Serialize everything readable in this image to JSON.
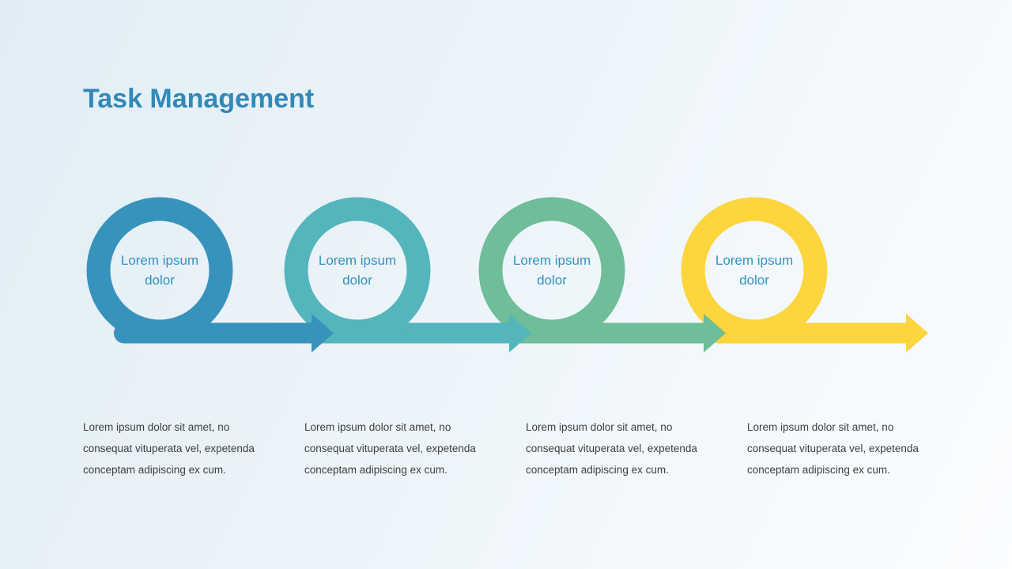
{
  "title": "Task Management",
  "colors": {
    "title": "#3189b8",
    "label_text": "#3392c1",
    "body_text": "#3e3e3e",
    "background_start": "#e1edf5",
    "background_end": "#fbfdff",
    "step1": "#3793bb",
    "step2": "#55b5bd",
    "step3": "#6fbd99",
    "step4": "#fdd53d"
  },
  "steps": [
    {
      "label": "Lorem ipsum dolor",
      "description": "Lorem ipsum dolor sit amet, no consequat vituperata vel, expetenda conceptam adipiscing ex cum.",
      "color": "#3793bb"
    },
    {
      "label": "Lorem ipsum dolor",
      "description": "Lorem ipsum dolor sit amet, no consequat vituperata vel, expetenda conceptam adipiscing ex cum.",
      "color": "#55b5bd"
    },
    {
      "label": "Lorem ipsum dolor",
      "description": "Lorem ipsum dolor sit amet, no consequat vituperata vel, expetenda conceptam adipiscing ex cum.",
      "color": "#6fbd99"
    },
    {
      "label": "Lorem ipsum dolor",
      "description": "Lorem ipsum dolor sit amet, no consequat vituperata vel, expetenda conceptam adipiscing ex cum.",
      "color": "#fdd53d"
    }
  ]
}
